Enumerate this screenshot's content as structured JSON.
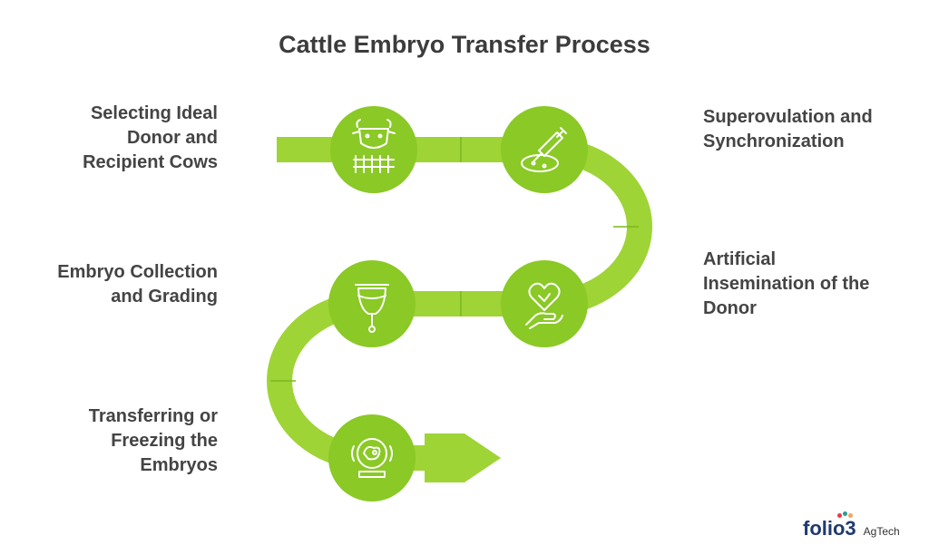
{
  "title": "Cattle Embryo Transfer Process",
  "steps": [
    {
      "label": "Selecting Ideal\nDonor and\nRecipient Cows",
      "icon": "cow-fence-icon"
    },
    {
      "label": "Superovulation and\nSynchronization",
      "icon": "syringe-petri-dish-icon"
    },
    {
      "label": "Artificial\nInsemination of the\nDonor",
      "icon": "heart-in-hand-icon"
    },
    {
      "label": "Embryo Collection\nand Grading",
      "icon": "collection-cup-icon"
    },
    {
      "label": "Transferring or\nFreezing the\nEmbryos",
      "icon": "embryo-globe-icon"
    }
  ],
  "logo": {
    "brand": "folio3",
    "sub": "AgTech"
  },
  "colors": {
    "path": "#9ed435",
    "node": "#8ac926",
    "divider": "#7ab81e",
    "icon_stroke": "#ffffff",
    "text": "#444444"
  }
}
